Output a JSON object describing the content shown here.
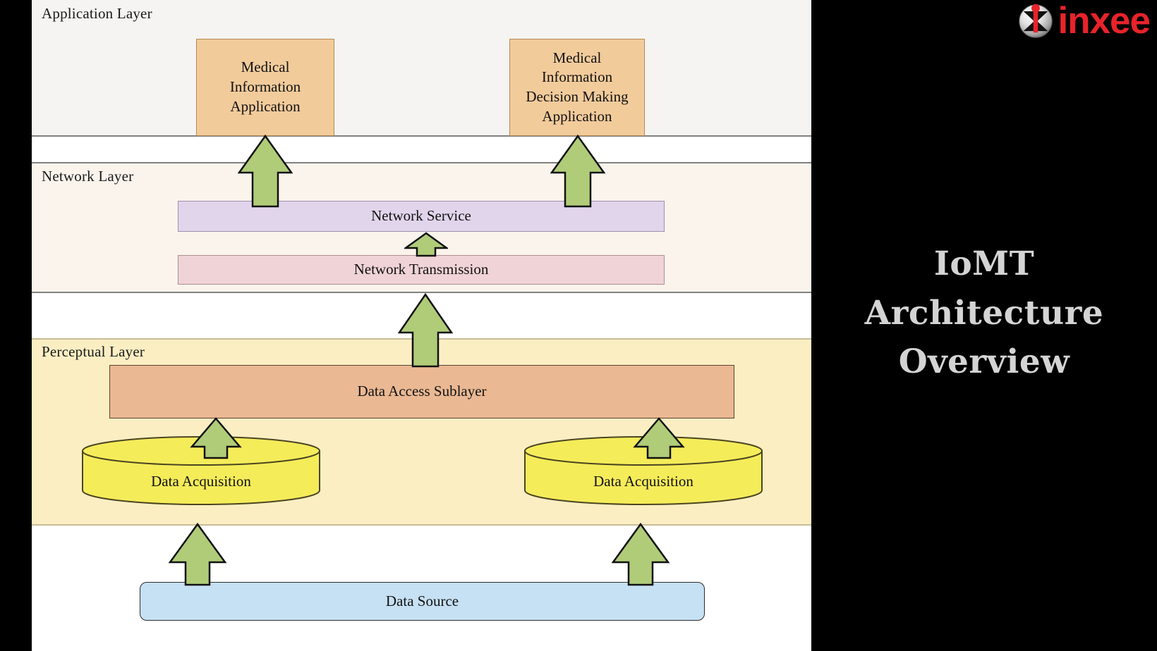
{
  "diagram": {
    "layers": [
      {
        "id": "application",
        "label": "Application Layer"
      },
      {
        "id": "network",
        "label": "Network Layer"
      },
      {
        "id": "perceptual",
        "label": "Perceptual Layer"
      }
    ],
    "nodes": {
      "app_medical_info": "Medical\nInformation\nApplication",
      "app_medical_info_line1": "Medical",
      "app_medical_info_line2": "Information",
      "app_medical_info_line3": "Application",
      "app_decision_line1": "Medical",
      "app_decision_line2": "Information",
      "app_decision_line3": "Decision Making",
      "app_decision_line4": "Application",
      "network_service": "Network Service",
      "network_transmission": "Network Transmission",
      "data_access_sublayer": "Data Access Sublayer",
      "data_acquisition_left": "Data Acquisition",
      "data_acquisition_right": "Data Acquisition",
      "data_source": "Data Source"
    },
    "colors": {
      "application_band": "#f5f4f2",
      "network_band": "#faf4ed",
      "perceptual_band": "#fbeec3",
      "application_box": "#f2cb9b",
      "network_service_box": "#e1d5ec",
      "network_transmission_box": "#f0d3d6",
      "data_access_box": "#eab893",
      "cylinder": "#f5ec5a",
      "data_source_box": "#c6e0f4",
      "arrow": "#b0cc78",
      "canvas": "#ffffff",
      "page_background": "#000000"
    },
    "arrow_count": 8
  },
  "side_panel": {
    "title_line1": "IoMT",
    "title_line2": "Architecture",
    "title_line3": "Overview",
    "title_color": "#d4d4d4",
    "brand_name": "inxee",
    "brand_color": "#e8232a"
  }
}
